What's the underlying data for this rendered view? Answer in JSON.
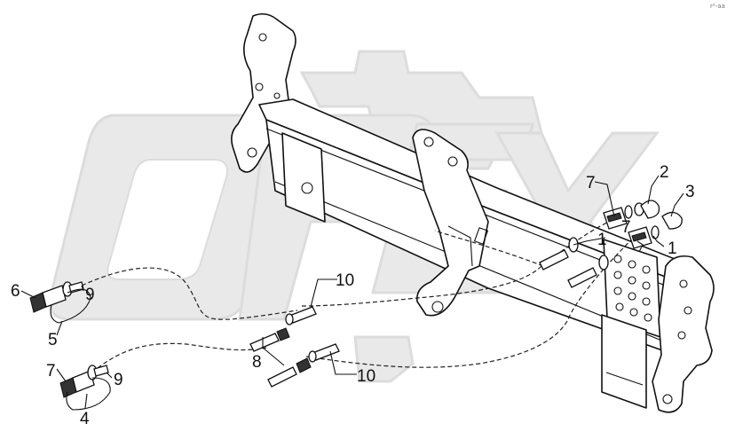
{
  "corner_mark": "r²-aa",
  "watermark_letters": [
    "O",
    "P",
    "E",
    "X"
  ],
  "callouts": [
    {
      "id": "c1a",
      "text": "1"
    },
    {
      "id": "c1b",
      "text": "1"
    },
    {
      "id": "c2",
      "text": "2"
    },
    {
      "id": "c3",
      "text": "3"
    },
    {
      "id": "c4",
      "text": "4"
    },
    {
      "id": "c5",
      "text": "5"
    },
    {
      "id": "c6",
      "text": "6"
    },
    {
      "id": "c7a",
      "text": "7"
    },
    {
      "id": "c7b",
      "text": "7"
    },
    {
      "id": "c7c",
      "text": "7"
    },
    {
      "id": "c8",
      "text": "8"
    },
    {
      "id": "c9a",
      "text": "9"
    },
    {
      "id": "c9b",
      "text": "9"
    },
    {
      "id": "c10a",
      "text": "10"
    },
    {
      "id": "c10b",
      "text": "10"
    }
  ]
}
